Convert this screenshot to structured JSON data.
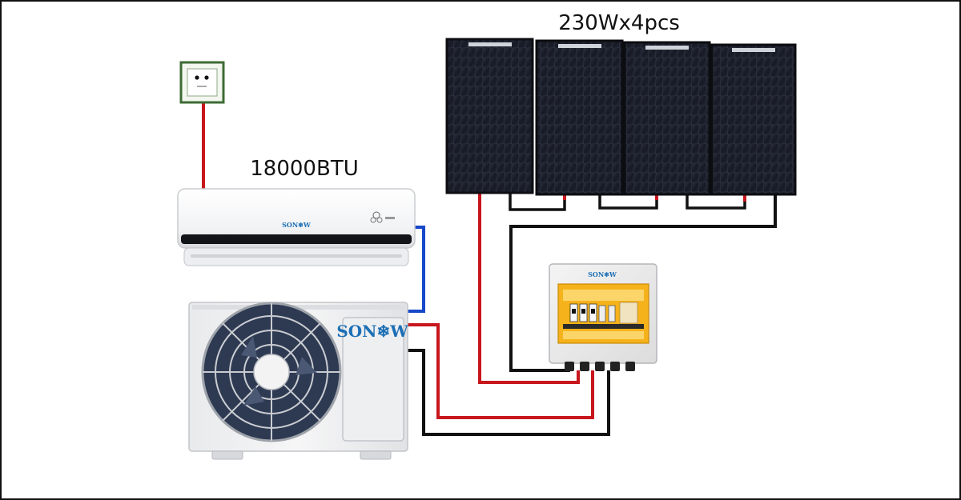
{
  "labels": {
    "panels_spec": "230Wx4pcs",
    "ac_capacity": "18000BTU"
  },
  "brand": {
    "indoor_logo": "SON❄W",
    "outdoor_logo": "SON❄W",
    "combiner_logo": "SON❄W"
  },
  "components": {
    "solar_panel_count": 4
  },
  "colors": {
    "positive_wire": "#c8161d",
    "negative_wire": "#111111",
    "refrigerant_line": "#1747c9",
    "panel_cell": "#1e2230",
    "combiner_interior": "#f6b21a"
  },
  "icons": {
    "wall_socket": "power-socket-icon",
    "fan": "fan-icon"
  }
}
